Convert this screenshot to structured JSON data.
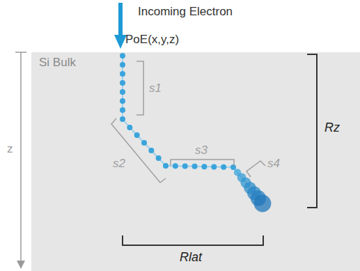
{
  "diagram": {
    "nodes": [
      {
        "text": [
          "Si Bulk"
        ]
      }
    ],
    "labels": [
      "Incoming Electron",
      "PoE(x,y,z)",
      "s1",
      "s2",
      "s3",
      "s4",
      "z",
      "Rz",
      "Rlat"
    ]
  }
}
